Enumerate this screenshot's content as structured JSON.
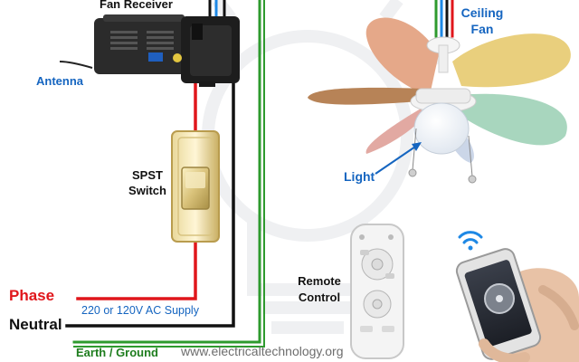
{
  "labels": {
    "fan_receiver": "Fan Receiver",
    "antenna": "Antenna",
    "spst_line1": "SPST",
    "spst_line2": "Switch",
    "ceiling_line1": "Ceiling",
    "ceiling_line2": "Fan",
    "light": "Light",
    "remote_line1": "Remote",
    "remote_line2": "Control",
    "phase": "Phase",
    "neutral": "Neutral",
    "supply": "220 or 120V AC Supply",
    "earth": "Earth / Ground",
    "website": "www.electricaltechnology.org"
  },
  "colors": {
    "label_blue": "#1565c0",
    "phase_red": "#e0161b",
    "earth_green": "#1e7d1e",
    "wire_black": "#111111",
    "wire_blue": "#1e88e5"
  },
  "icons": {
    "receiver": "fan-receiver-icon",
    "switch": "spst-switch-icon",
    "fan": "ceiling-fan-icon",
    "remote": "remote-control-icon",
    "phone": "smartphone-icon",
    "wifi": "wifi-icon"
  }
}
